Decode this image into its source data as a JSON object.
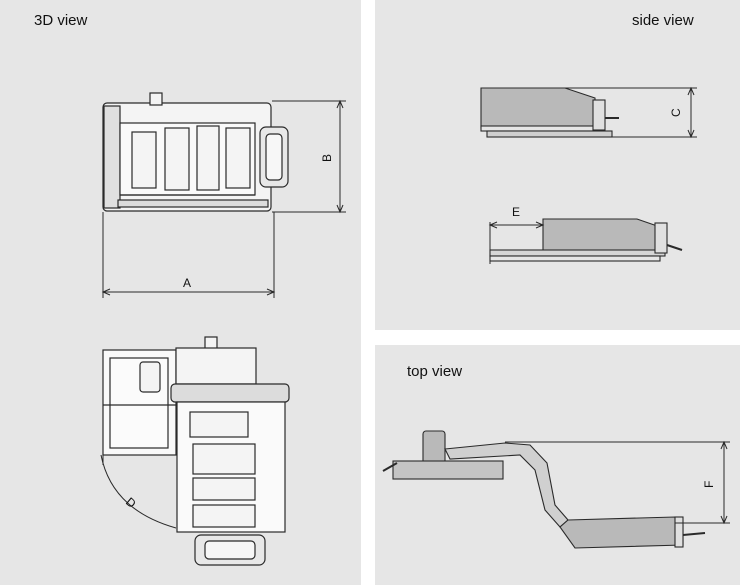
{
  "panels": {
    "view3d": {
      "title": "3D view"
    },
    "side": {
      "title": "side view"
    },
    "top": {
      "title": "top view"
    }
  },
  "dimensions": {
    "A": "A",
    "B": "B",
    "C": "C",
    "D": "D",
    "E": "E",
    "F": "F"
  },
  "colors": {
    "panel_bg": "#e6e6e6",
    "line": "#2a2a2a",
    "body_fill": "#f4f4f4",
    "shade_fill": "#b9b9b9"
  }
}
